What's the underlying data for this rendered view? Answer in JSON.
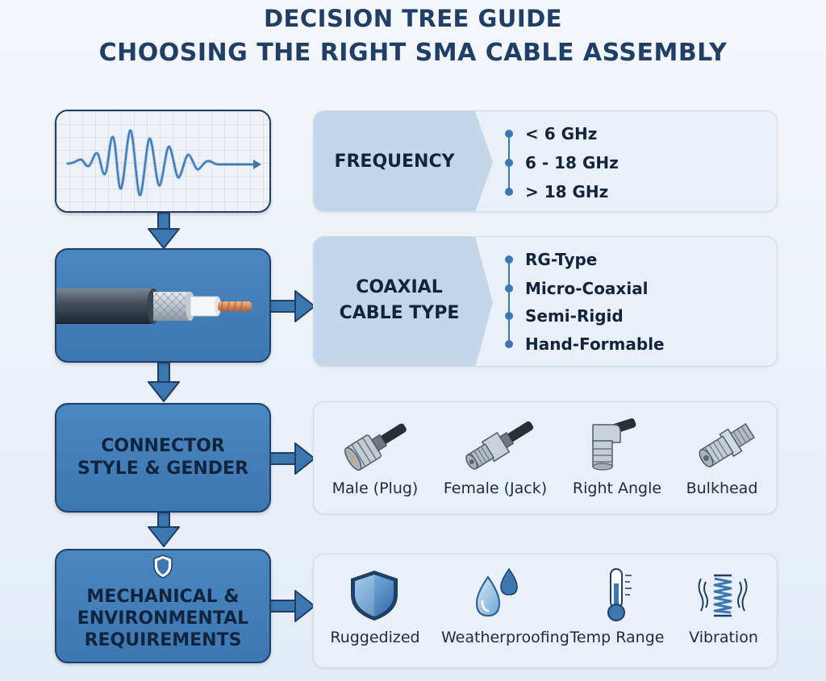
{
  "title": {
    "line1": "DECISION TREE GUIDE",
    "line2": "CHOOSING THE RIGHT SMA CABLE ASSEMBLY"
  },
  "steps": [
    {
      "label": "FREQUENCY",
      "icon": "waveform-icon",
      "options": [
        "< 6 GHz",
        "6 - 18 GHz",
        "> 18 GHz"
      ]
    },
    {
      "label_lines": [
        "COAXIAL",
        "CABLE TYPE"
      ],
      "icon": "coaxial-cable-icon",
      "options": [
        "RG-Type",
        "Micro-Coaxial",
        "Semi-Rigid",
        "Hand-Formable"
      ]
    },
    {
      "label_lines": [
        "CONNECTOR",
        "STYLE & GENDER"
      ],
      "options": [
        {
          "label": "Male (Plug)",
          "icon": "male-plug-connector-icon"
        },
        {
          "label": "Female (Jack)",
          "icon": "female-jack-connector-icon"
        },
        {
          "label": "Right Angle",
          "icon": "right-angle-connector-icon"
        },
        {
          "label": "Bulkhead",
          "icon": "bulkhead-connector-icon"
        }
      ]
    },
    {
      "label_lines": [
        "MECHANICAL &",
        "ENVIRONMENTAL",
        "REQUIREMENTS"
      ],
      "icon": "shield-icon",
      "options": [
        {
          "label": "Ruggedized",
          "icon": "shield-icon"
        },
        {
          "label": "Weatherproofing",
          "icon": "water-drops-icon"
        },
        {
          "label": "Temp Range",
          "icon": "thermometer-icon"
        },
        {
          "label": "Vibration",
          "icon": "vibration-spring-icon"
        }
      ]
    }
  ],
  "colors": {
    "title": "#1f3f66",
    "box_blue": "#3d77b1",
    "box_border": "#1f3f66",
    "panel": "#e9f0f7",
    "chevron": "#c3d6ea",
    "connector_blue": "#3d77b1"
  }
}
